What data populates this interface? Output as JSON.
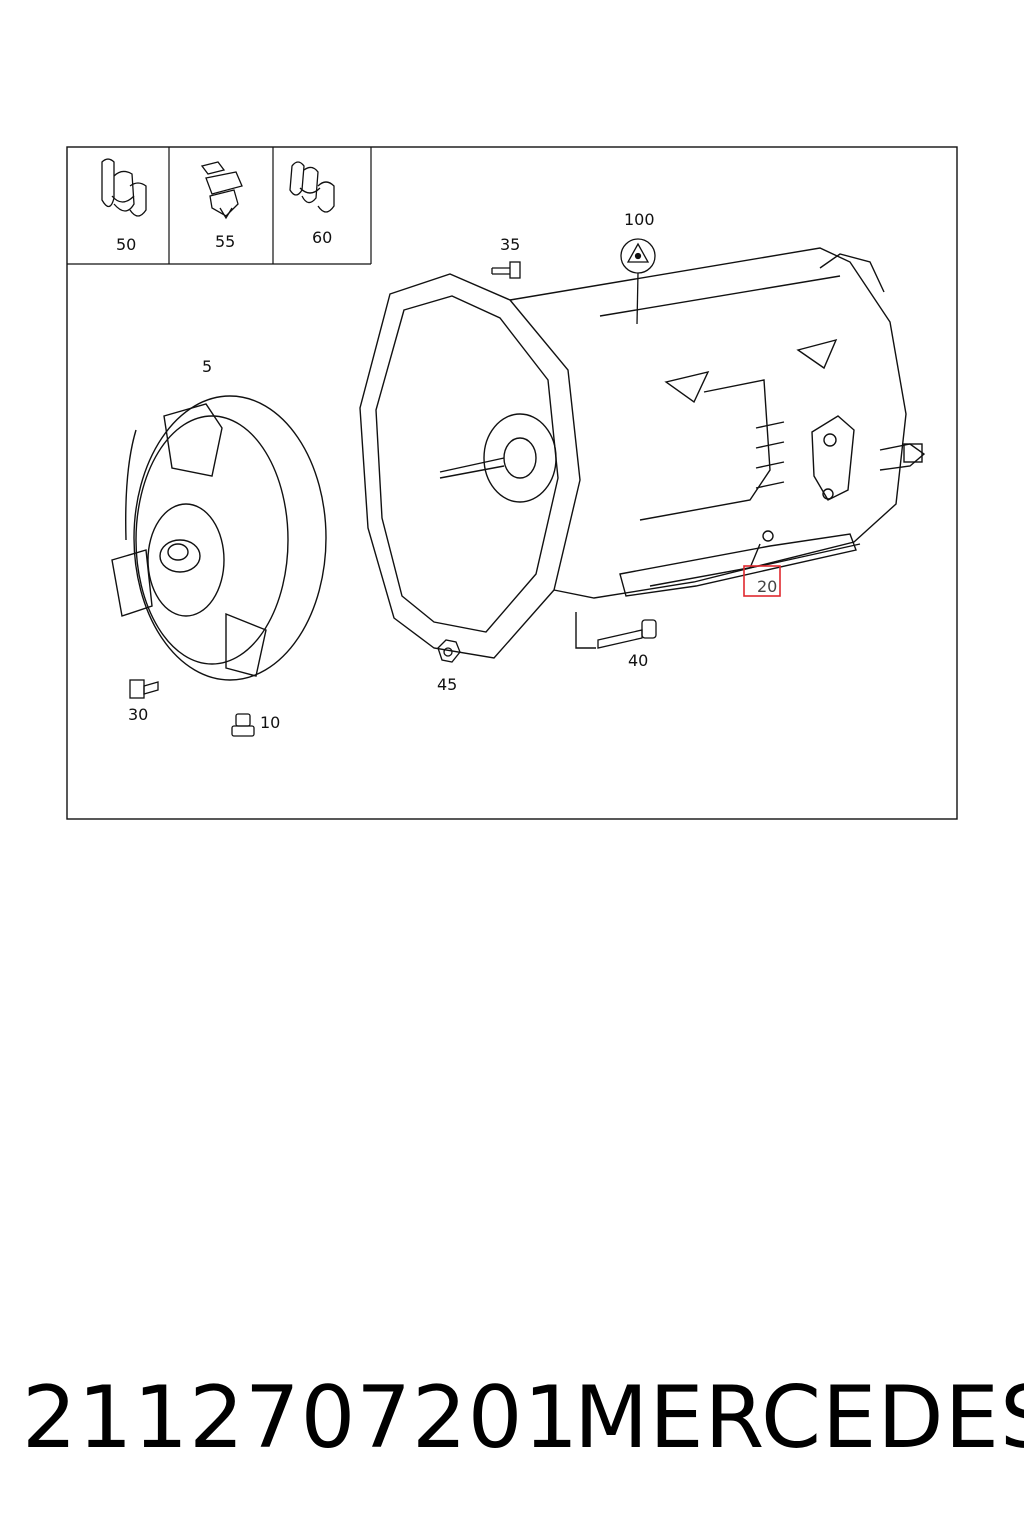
{
  "diagram": {
    "callouts": {
      "c50": "50",
      "c55": "55",
      "c60": "60",
      "c100": "100",
      "c35": "35",
      "c5": "5",
      "c20": "20",
      "c40": "40",
      "c45": "45",
      "c30": "30",
      "c10": "10"
    },
    "colors": {
      "line": "#111111",
      "highlight": "#e0282e"
    }
  },
  "caption": {
    "part_number": "2112707201",
    "brand": "MERCEDES"
  }
}
